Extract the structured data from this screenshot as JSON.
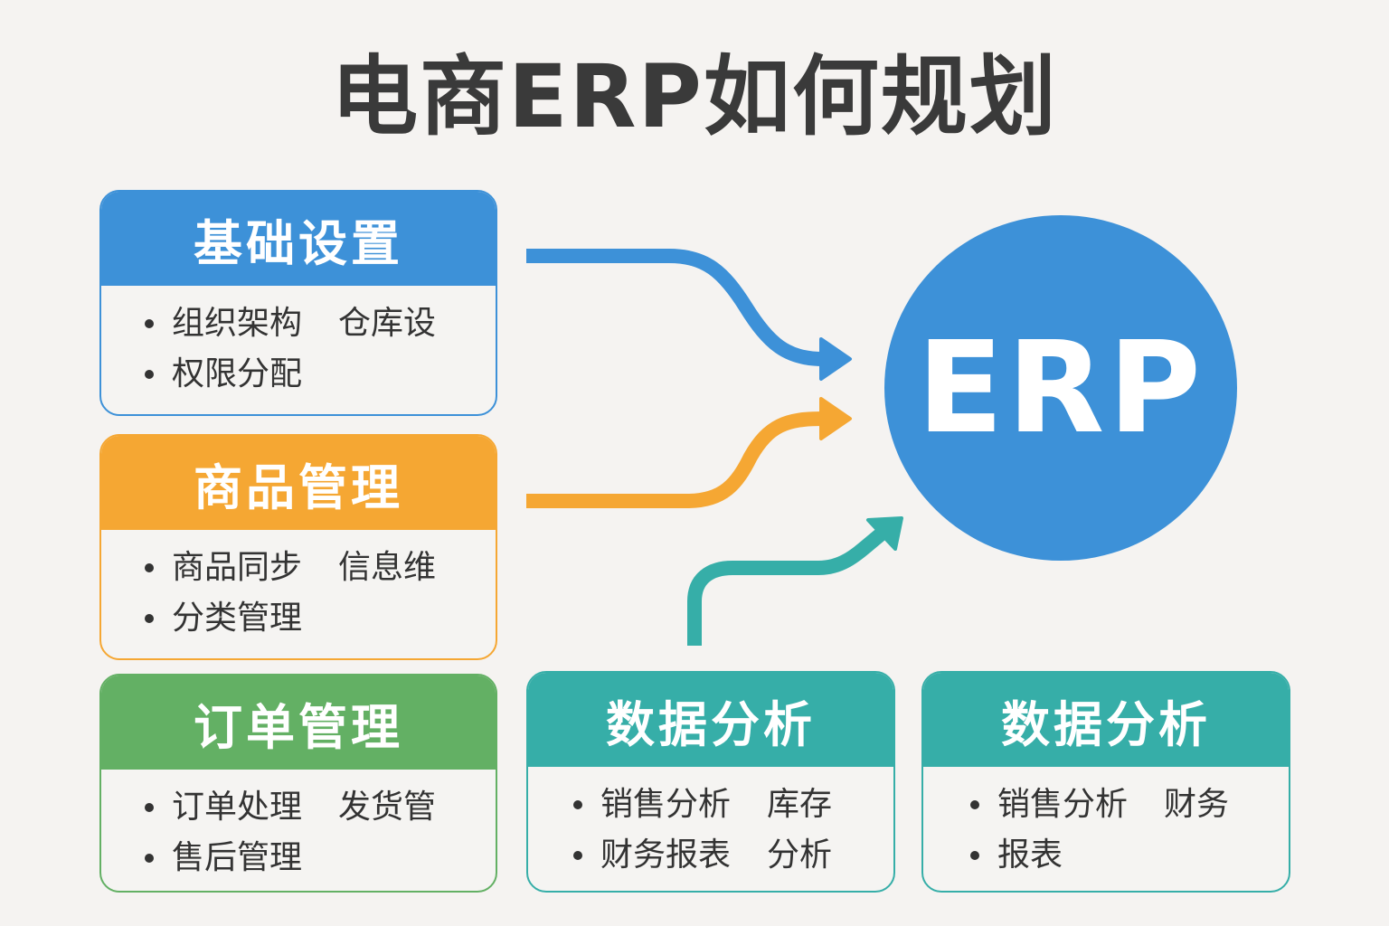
{
  "title": "电商ERP如何规划",
  "center": {
    "label": "ERP",
    "color": "#3d91d8"
  },
  "cards": [
    {
      "id": "basic-settings",
      "title": "基础设置",
      "color": "#3d91d8",
      "lines": [
        [
          "组织架构",
          "仓库设"
        ],
        [
          "权限分配",
          ""
        ]
      ]
    },
    {
      "id": "product-management",
      "title": "商品管理",
      "color": "#f5a733",
      "lines": [
        [
          "商品同步",
          "信息维"
        ],
        [
          "分类管理",
          ""
        ]
      ]
    },
    {
      "id": "order-management",
      "title": "订单管理",
      "color": "#63b064",
      "lines": [
        [
          "订单处理",
          "发货管"
        ],
        [
          "售后管理",
          ""
        ]
      ]
    },
    {
      "id": "data-analysis-1",
      "title": "数据分析",
      "color": "#36aea8",
      "lines": [
        [
          "销售分析",
          "库存"
        ],
        [
          "财务报表",
          "分析"
        ]
      ]
    },
    {
      "id": "data-analysis-2",
      "title": "数据分析",
      "color": "#36aea8",
      "lines": [
        [
          "销售分析",
          "财务"
        ],
        [
          "报表",
          ""
        ]
      ]
    }
  ],
  "arrows": [
    {
      "from": "basic-settings",
      "to": "ERP",
      "color": "#3d91d8"
    },
    {
      "from": "product-management",
      "to": "ERP",
      "color": "#f5a733"
    },
    {
      "from": "data-analysis-1",
      "to": "ERP",
      "color": "#36aea8"
    }
  ]
}
